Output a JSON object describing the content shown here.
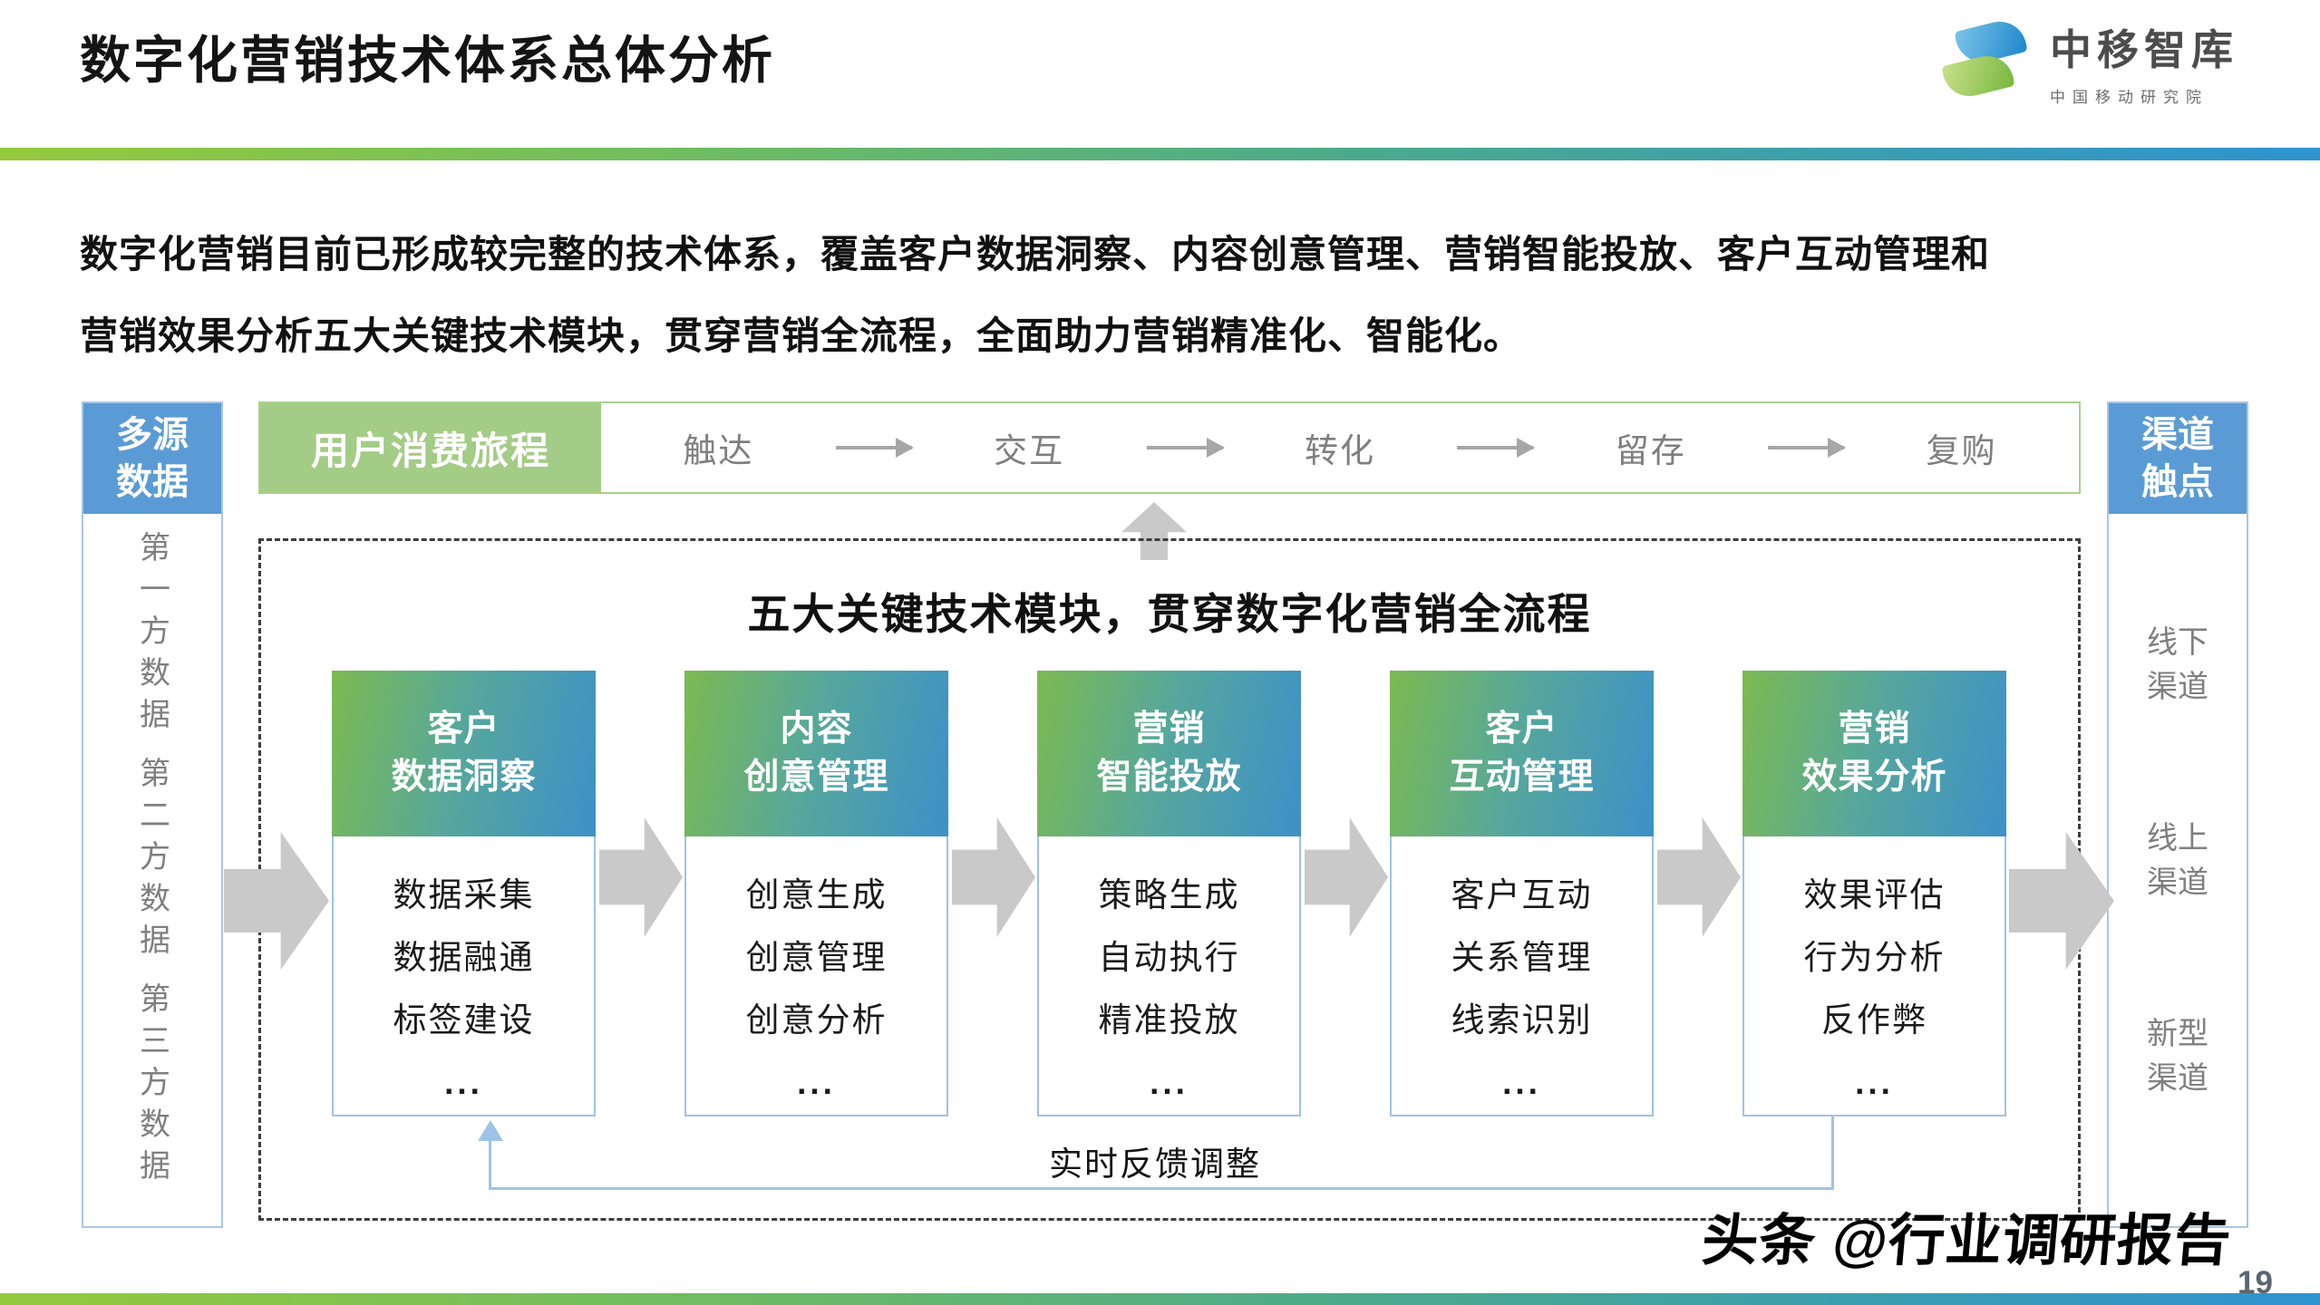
{
  "slide": {
    "title": "数字化营销技术体系总体分析",
    "intro_line1": "数字化营销目前已形成较完整的技术体系，覆盖客户数据洞察、内容创意管理、营销智能投放、客户互动管理和",
    "intro_line2": "营销效果分析五大关键技术模块，贯穿营销全流程，全面助力营销精准化、智能化。",
    "watermark": "头条 @行业调研报告",
    "page_number": "19"
  },
  "logo": {
    "name": "中移智库",
    "subtitle": "中国移动研究院"
  },
  "left_panel": {
    "header_line1": "多源",
    "header_line2": "数据",
    "items": [
      "第一方数据",
      "第二方数据",
      "第三方数据"
    ]
  },
  "journey": {
    "label": "用户消费旅程",
    "stages": [
      "触达",
      "交互",
      "转化",
      "留存",
      "复购"
    ]
  },
  "right_panel": {
    "header_line1": "渠道",
    "header_line2": "触点",
    "items": [
      {
        "line1": "线下",
        "line2": "渠道"
      },
      {
        "line1": "线上",
        "line2": "渠道"
      },
      {
        "line1": "新型",
        "line2": "渠道"
      }
    ]
  },
  "diagram": {
    "title": "五大关键技术模块，贯穿数字化营销全流程",
    "feedback_label": "实时反馈调整",
    "modules": [
      {
        "header_line1": "客户",
        "header_line2": "数据洞察",
        "items": [
          "数据采集",
          "数据融通",
          "标签建设",
          "..."
        ]
      },
      {
        "header_line1": "内容",
        "header_line2": "创意管理",
        "items": [
          "创意生成",
          "创意管理",
          "创意分析",
          "..."
        ]
      },
      {
        "header_line1": "营销",
        "header_line2": "智能投放",
        "items": [
          "策略生成",
          "自动执行",
          "精准投放",
          "..."
        ]
      },
      {
        "header_line1": "客户",
        "header_line2": "互动管理",
        "items": [
          "客户互动",
          "关系管理",
          "线索识别",
          "..."
        ]
      },
      {
        "header_line1": "营销",
        "header_line2": "效果分析",
        "items": [
          "效果评估",
          "行为分析",
          "反作弊",
          "..."
        ]
      }
    ]
  },
  "colors": {
    "accent_green": "#95C93D",
    "accent_blue": "#2F93D0",
    "panel_header_blue": "#5B9BD5",
    "journey_green": "#A3CC86",
    "card_gradient_green": "#7CBA51",
    "card_gradient_blue": "#3E90C9",
    "border_light_blue": "#9DC3E6",
    "arrow_gray": "#C9C9C9",
    "text_gray": "#7F7F7F"
  }
}
